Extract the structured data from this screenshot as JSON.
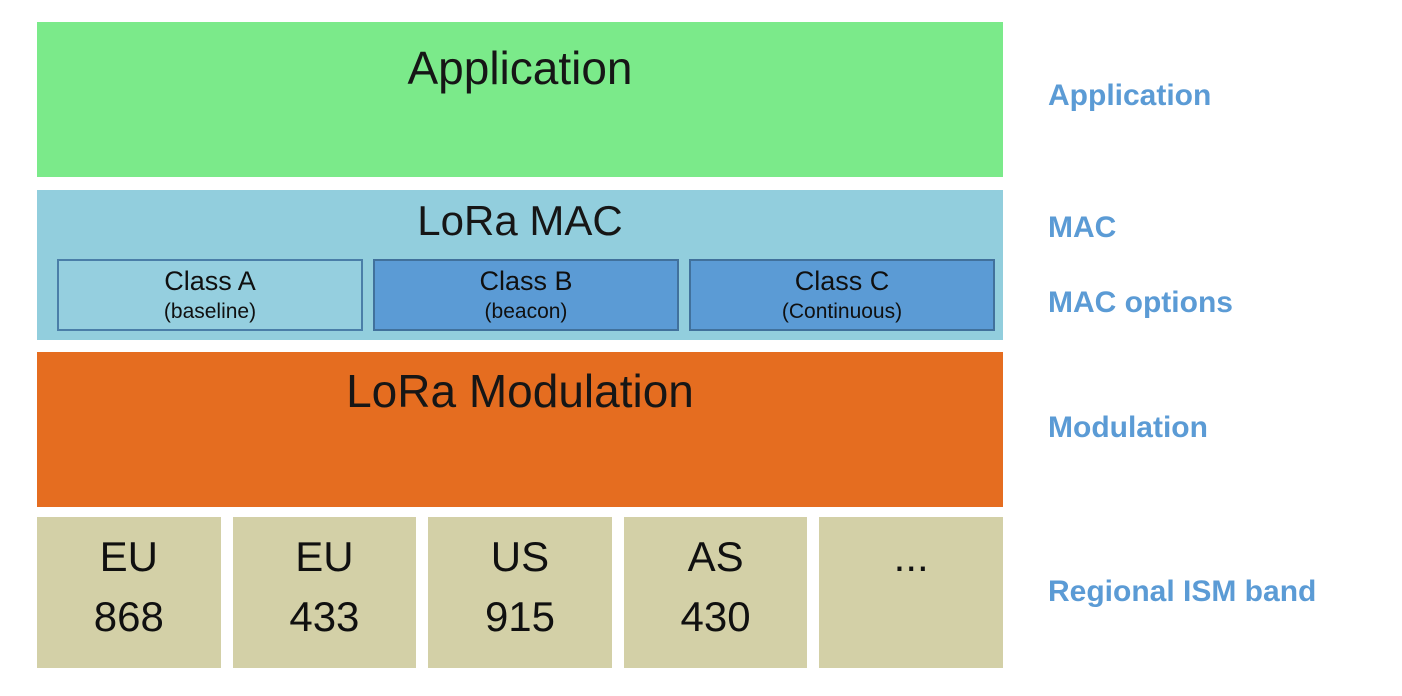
{
  "stack": {
    "application": {
      "label": "Application"
    },
    "mac": {
      "title": "LoRa MAC",
      "classes": [
        {
          "name": "Class A",
          "subtitle": "(baseline)"
        },
        {
          "name": "Class B",
          "subtitle": "(beacon)"
        },
        {
          "name": "Class C",
          "subtitle": "(Continuous)"
        }
      ]
    },
    "modulation": {
      "label": "LoRa Modulation"
    },
    "bands": [
      {
        "region": "EU",
        "frequency": "868"
      },
      {
        "region": "EU",
        "frequency": "433"
      },
      {
        "region": "US",
        "frequency": "915"
      },
      {
        "region": "AS",
        "frequency": "430"
      },
      {
        "region": "...",
        "frequency": ""
      }
    ]
  },
  "side_labels": [
    {
      "text": "Application"
    },
    {
      "text": "MAC"
    },
    {
      "text": "MAC options"
    },
    {
      "text": "Modulation"
    },
    {
      "text": "Regional ISM band"
    }
  ],
  "colors": {
    "application_green": "#7bea8a",
    "mac_light_blue": "#92cedd",
    "class_light_fill": "#95cfdf",
    "class_dark_fill": "#5b9bd5",
    "class_border": "#41719c",
    "modulation_orange": "#e56d20",
    "band_tan": "#d3d0a7",
    "side_label_blue": "#5b9bd5",
    "block_text": "#111111"
  }
}
